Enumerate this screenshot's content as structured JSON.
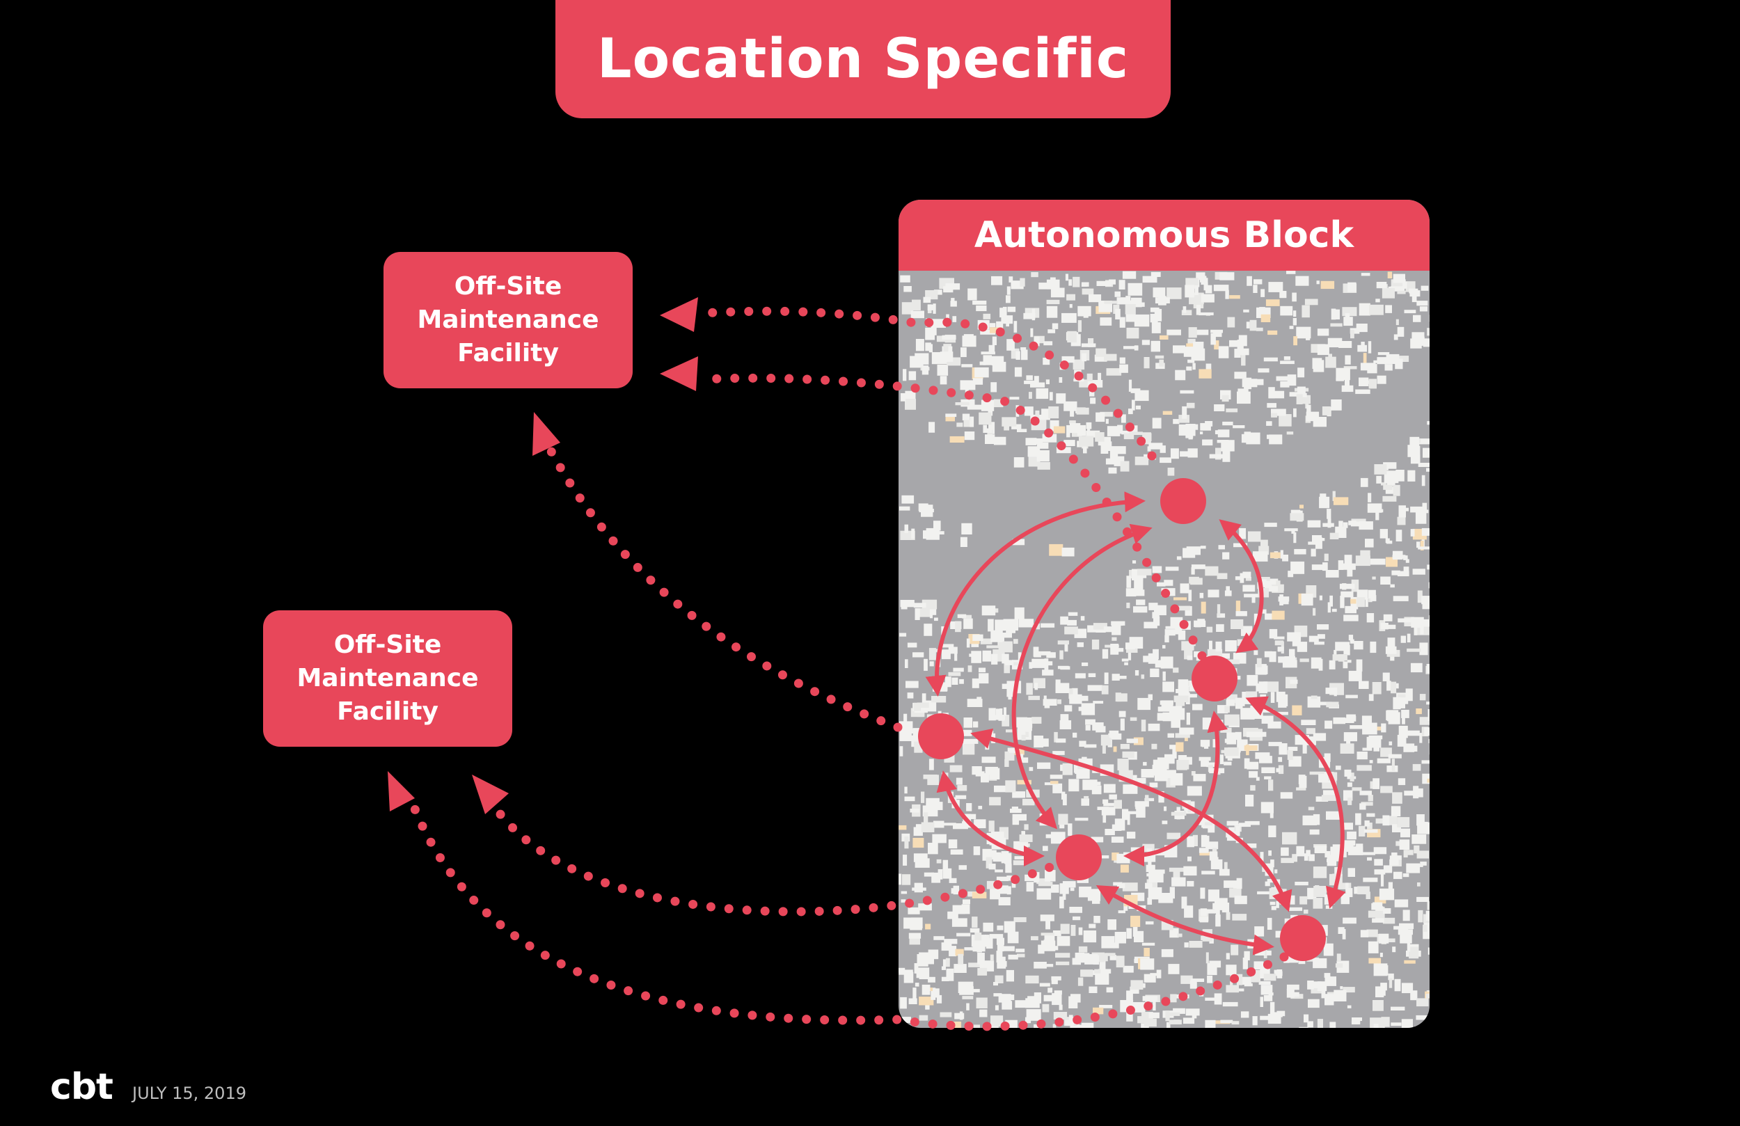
{
  "title": "Location Specific",
  "block": {
    "label": "Autonomous Block"
  },
  "facilities": [
    {
      "lines": [
        "Off-Site",
        "Maintenance",
        "Facility"
      ]
    },
    {
      "lines": [
        "Off-Site",
        "Maintenance",
        "Facility"
      ]
    }
  ],
  "footer": {
    "logo": "cbt",
    "date": "JULY 15, 2019"
  },
  "colors": {
    "accent": "#e8475a",
    "background": "#000000",
    "map_water": "#a7a7aa",
    "map_building": "#f2f2f0",
    "map_highlight": "#f7ddb6"
  }
}
